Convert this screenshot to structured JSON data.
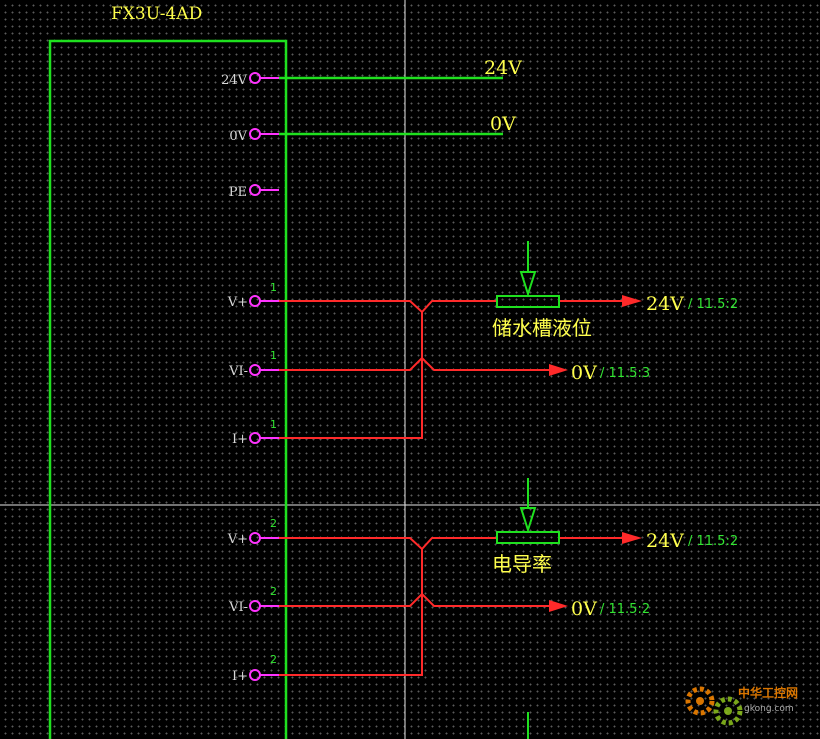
{
  "module": {
    "title": "FX3U-4AD"
  },
  "power_pins": [
    {
      "label": "24V",
      "net": "24V"
    },
    {
      "label": "0V",
      "net": "0V"
    },
    {
      "label": "PE",
      "net": ""
    }
  ],
  "channels": [
    {
      "sensor_name": "储水槽液位",
      "pins": [
        {
          "label": "V+",
          "number": "1"
        },
        {
          "label": "VI-",
          "number": "1"
        },
        {
          "label": "I+",
          "number": "1"
        }
      ],
      "outputs": [
        {
          "net": "24V",
          "ref": "/ 11.5:2"
        },
        {
          "net": "0V",
          "ref": "/ 11.5:3"
        }
      ]
    },
    {
      "sensor_name": "电导率",
      "pins": [
        {
          "label": "V+",
          "number": "2"
        },
        {
          "label": "VI-",
          "number": "2"
        },
        {
          "label": "I+",
          "number": "2"
        }
      ],
      "outputs": [
        {
          "net": "24V",
          "ref": "/ 11.5:2"
        },
        {
          "net": "0V",
          "ref": "/ 11.5:2"
        }
      ]
    }
  ],
  "watermark": {
    "line1": "中华工控网",
    "line2": "gkong.com"
  },
  "colors": {
    "module_outline": "#1fe01f",
    "power_wire": "#1fe01f",
    "signal_wire": "#ff2a2a",
    "terminal": "#ff33ff",
    "label": "#ffff4d",
    "reference": "#33e633",
    "crosshair": "#e6e6e6"
  }
}
